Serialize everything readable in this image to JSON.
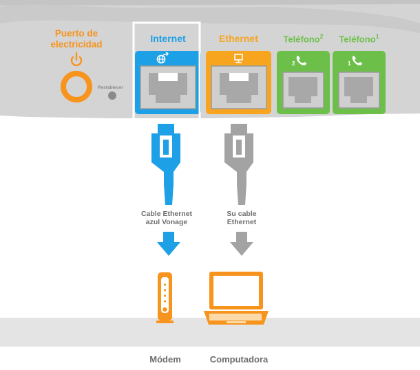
{
  "ports": {
    "power": {
      "label_line1": "Puerto de",
      "label_line2": "electricidad",
      "icon": "power-icon"
    },
    "reset": {
      "label": "Restablecer"
    },
    "internet": {
      "label": "Internet",
      "icon": "globe-icon"
    },
    "ethernet": {
      "label": "Ethernet",
      "icon": "computer-icon"
    },
    "phone2": {
      "label": "Teléfono",
      "superscript": "2",
      "port_number": "2",
      "icon": "phone-icon"
    },
    "phone1": {
      "label": "Teléfono",
      "superscript": "1",
      "port_number": "1",
      "icon": "phone-icon"
    }
  },
  "cables": {
    "blue": {
      "line1": "Cable Ethernet",
      "line2": "azul Vonage"
    },
    "gray": {
      "line1": "Su cable",
      "line2": "Ethernet"
    }
  },
  "devices": {
    "modem": {
      "label": "Módem",
      "icon": "modem-icon"
    },
    "computer": {
      "label": "Computadora",
      "icon": "laptop-icon"
    }
  },
  "colors": {
    "orange": "#f7941d",
    "blue": "#1ea0e6",
    "green": "#6cc04a",
    "gray_body": "#d6d6d6",
    "gray_cable": "#a3a3a3",
    "floor": "#e3e3e3",
    "label_gray": "#6d6d6d"
  }
}
